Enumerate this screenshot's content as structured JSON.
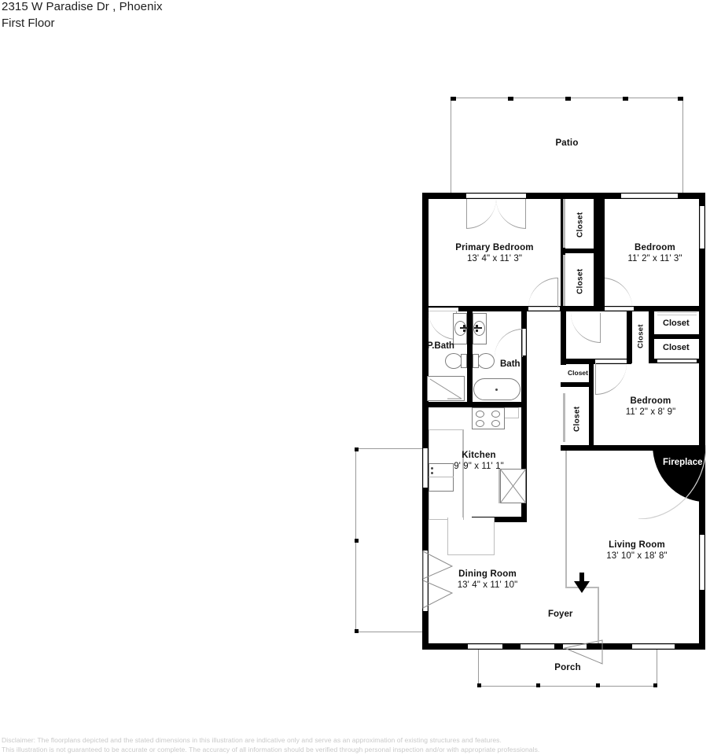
{
  "header": {
    "address": "2315 W Paradise Dr , Phoenix",
    "floor": "First Floor"
  },
  "rooms": {
    "patio": {
      "name": "Patio"
    },
    "primary_bedroom": {
      "name": "Primary Bedroom",
      "dimensions": "13' 4\" x 11' 3\""
    },
    "bedroom_1": {
      "name": "Bedroom",
      "dimensions": "11' 2\" x 11' 3\""
    },
    "bedroom_2": {
      "name": "Bedroom",
      "dimensions": "11' 2\" x 8' 9\""
    },
    "primary_bath": {
      "name": "P.Bath"
    },
    "bath": {
      "name": "Bath"
    },
    "kitchen": {
      "name": "Kitchen",
      "dimensions": "9' 9\" x 11' 1\""
    },
    "dining_room": {
      "name": "Dining Room",
      "dimensions": "13' 4\" x 11' 10\""
    },
    "living_room": {
      "name": "Living Room",
      "dimensions": "13' 10\" x 18' 8\""
    },
    "foyer": {
      "name": "Foyer"
    },
    "porch": {
      "name": "Porch"
    },
    "fireplace": {
      "name": "Fireplace"
    }
  },
  "closets": {
    "primary_upper": "Closet",
    "primary_lower": "Closet",
    "bedroom1_right_upper": "Closet",
    "bedroom1_right_lower": "Closet",
    "hall_vertical": "Closet",
    "bedroom2_small": "Closet",
    "bedroom2_vertical": "Closet"
  },
  "disclaimer": {
    "line1": "Disclaimer: The floorplans depicted and the stated dimensions in this illustration are indicative only and serve as an approximation of existing structures and features.",
    "line2": "This illustration is not guaranteed to be accurate or complete. The accuracy of all information should be verified through personal inspection and/or with appropriate professionals."
  },
  "colors": {
    "wall": "#000000",
    "outline": "#9a9a9a",
    "text": "#111111",
    "disclaimer_text": "#c9c9c9",
    "fireplace_fill": "#000000",
    "fireplace_text": "#ffffff",
    "background": "#ffffff"
  }
}
